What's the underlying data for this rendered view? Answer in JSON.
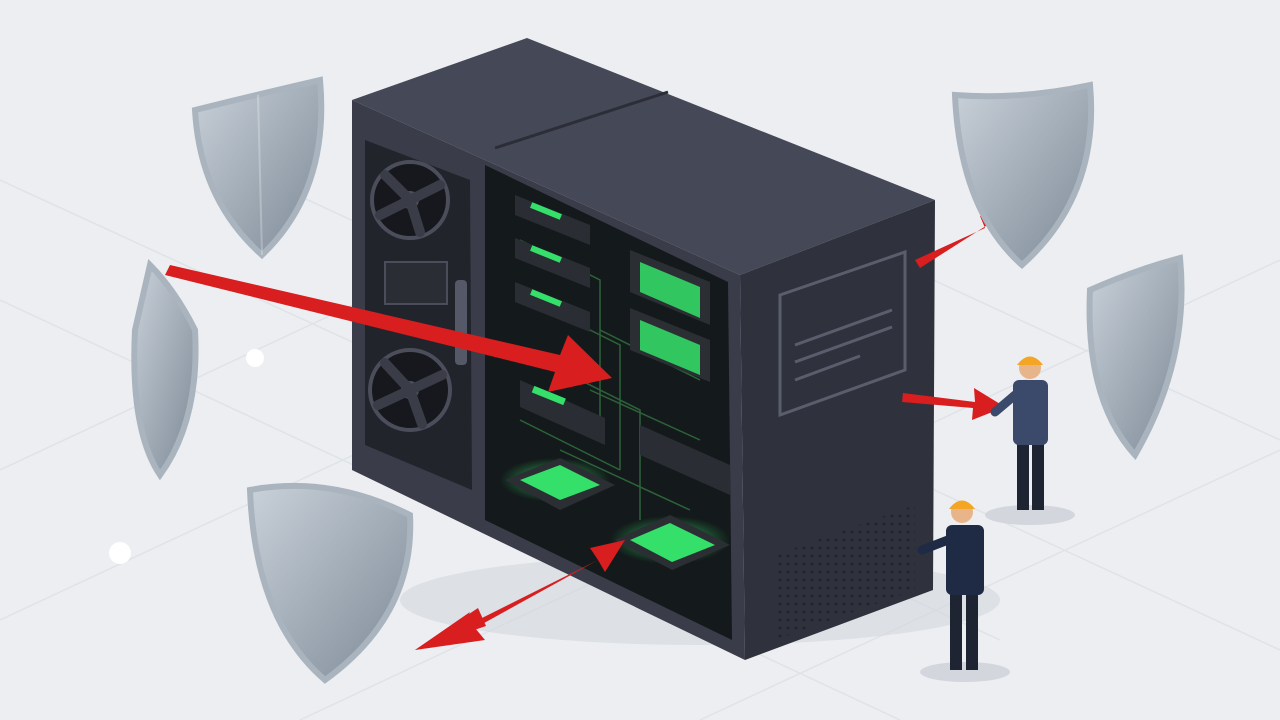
{
  "scene": {
    "subject": "server-security-illustration",
    "colors": {
      "background": "#eceef1",
      "grid": "#dfe3e8",
      "case_front": "#3a3d49",
      "case_side": "#2f323c",
      "case_top": "#454856",
      "board": "#141a1b",
      "led_green": "#34e06a",
      "threat_arrow": "#d81e1e",
      "shield_light": "#b8c2cc",
      "shield_dark": "#6c7a88",
      "hardhat": "#f5a524",
      "worker_suit": "#3b4a6b"
    },
    "shields": [
      "shield",
      "shield",
      "shield",
      "shield",
      "shield"
    ],
    "arrows": [
      "attack-arrow",
      "attack-arrow",
      "outbound-arrow",
      "outbound-arrow"
    ],
    "workers": [
      "technician",
      "technician"
    ]
  }
}
